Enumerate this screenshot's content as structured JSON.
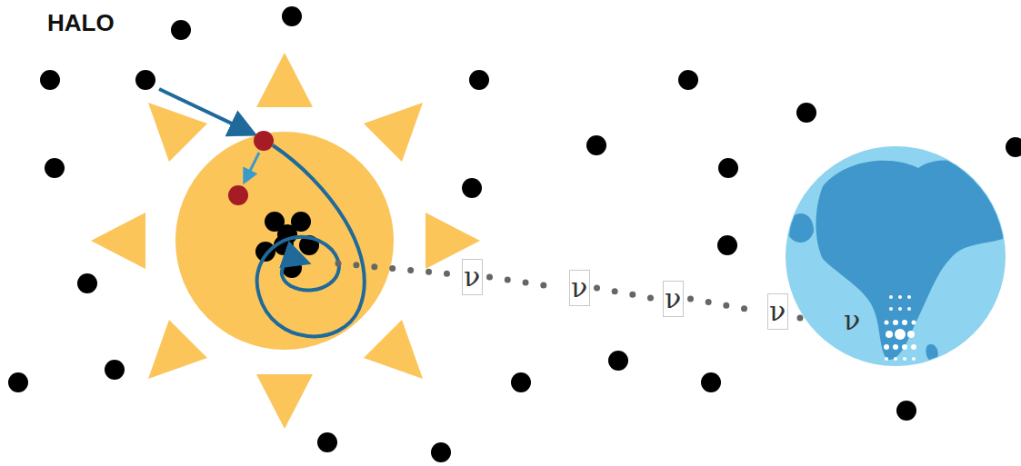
{
  "diagram": {
    "nodes": [
      {
        "text": [
          "ν"
        ]
      },
      {
        "text": [
          "ν"
        ]
      },
      {
        "text": [
          "ν"
        ]
      },
      {
        "text": [
          "ν"
        ]
      }
    ],
    "edges": [
      {
        "from": 0,
        "to": 1,
        "arrow": "none"
      },
      {
        "from": 1,
        "to": 2,
        "arrow": "none"
      },
      {
        "from": 2,
        "to": 3,
        "arrow": "none"
      }
    ],
    "labels": [
      "HALO",
      "ν"
    ]
  }
}
